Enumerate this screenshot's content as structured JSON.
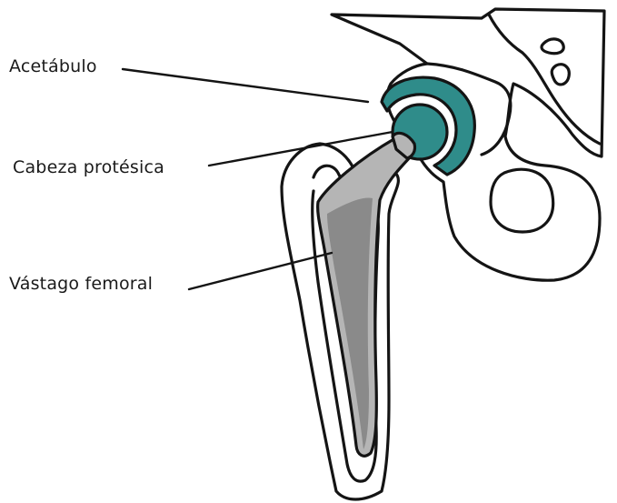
{
  "labels": {
    "acetabulo": "Acetábulo",
    "cabeza": "Cabeza protésica",
    "vastago": "Vástago femoral"
  },
  "colors": {
    "cup": "#2f8c8a",
    "head": "#2f8c8a",
    "stem_light": "#b5b5b5",
    "stem_dark": "#8a8a8a",
    "outline": "#141414",
    "background": "#ffffff"
  }
}
